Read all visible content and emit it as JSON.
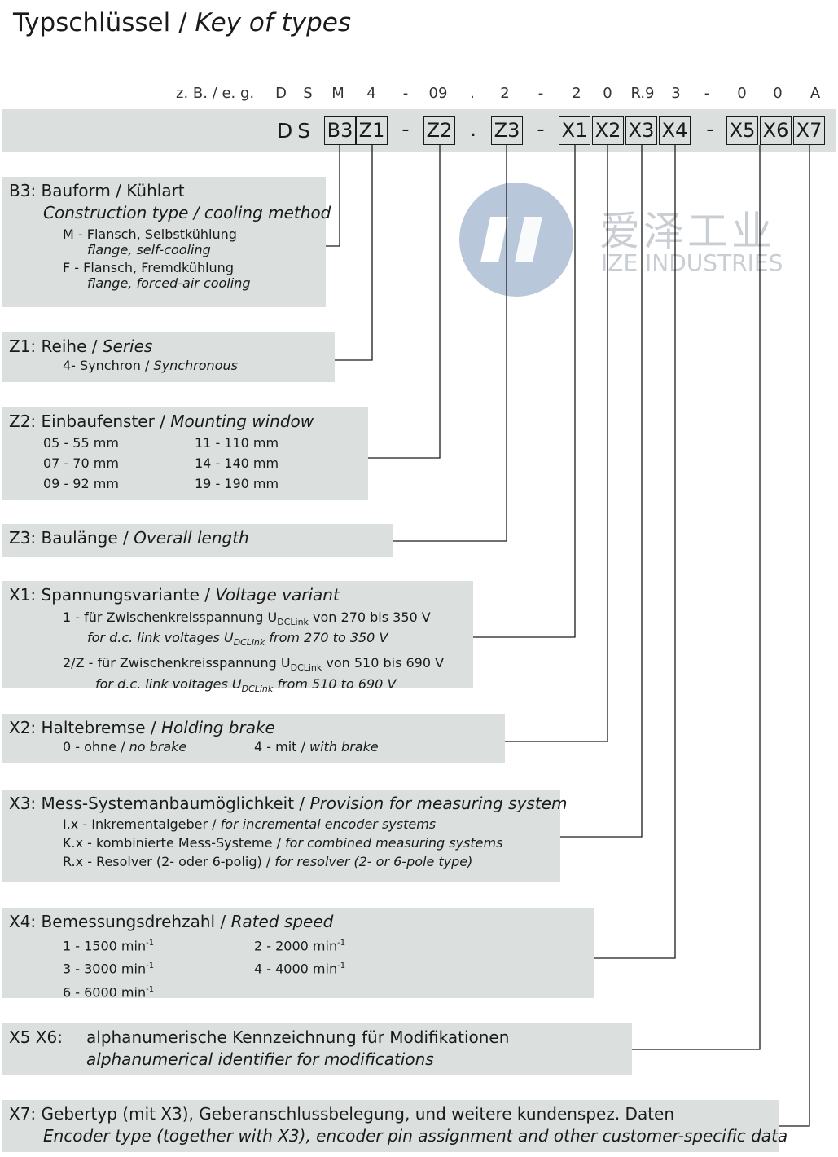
{
  "title": {
    "de": "Typschlüssel",
    "sep": " / ",
    "en": "Key of types"
  },
  "example": {
    "label": "z. B. / e. g.",
    "chars": [
      "D",
      "S",
      "M",
      "4",
      "-",
      "09",
      ".",
      "2",
      "-",
      "2",
      "0",
      "R.9",
      "3",
      "-",
      "0",
      "0",
      "A"
    ]
  },
  "code": {
    "prefix": "DS",
    "boxes": [
      "B3",
      "Z1",
      "Z2",
      "Z3",
      "X1",
      "X2",
      "X3",
      "X4",
      "X5",
      "X6",
      "X7"
    ],
    "separators": [
      "-",
      ".",
      "-",
      "-"
    ]
  },
  "watermark": {
    "cn": "爱泽工业",
    "en": "IZE INDUSTRIES"
  },
  "sections": {
    "b3": {
      "code": "B3:",
      "de": "Bauform",
      "en": "Construction type / cooling method",
      "de2": "Kühlart",
      "items": [
        {
          "de": "M - Flansch, Selbstkühlung",
          "en": "flange, self-cooling"
        },
        {
          "de": "F -  Flansch, Fremdkühlung",
          "en": "flange, forced-air cooling"
        }
      ]
    },
    "z1": {
      "code": "Z1:",
      "de": "Reihe",
      "en": "Series",
      "item_de": "4-  Synchron / ",
      "item_en": "Synchronous"
    },
    "z2": {
      "code": "Z2:",
      "de": "Einbaufenster",
      "en": "Mounting window",
      "left": [
        "05 - 55 mm",
        "07 - 70 mm",
        "09 - 92 mm"
      ],
      "right": [
        "11 - 110 mm",
        "14 - 140 mm",
        "19 - 190 mm"
      ]
    },
    "z3": {
      "code": "Z3:",
      "de": "Baulänge",
      "en": "Overall length"
    },
    "x1": {
      "code": "X1:",
      "de": "Spannungsvariante",
      "en": "Voltage variant",
      "items": [
        {
          "de": "1 -  für Zwischenkreisspannung U",
          "sub": "DCLink",
          "de_end": " von 270 bis 350 V",
          "en": "for d.c. link voltages U",
          "en_end": " from 270 to 350 V"
        },
        {
          "de": "2/Z - für Zwischenkreisspannung U",
          "sub": "DCLink",
          "de_end": " von 510 bis 690 V",
          "en": "for d.c. link voltages U",
          "en_end": " from 510 to 690 V"
        }
      ]
    },
    "x2": {
      "code": "X2:",
      "de": "Haltebremse",
      "en": "Holding brake",
      "item1_de": "0 -  ohne / ",
      "item1_en": "no brake",
      "item2_de": "4 -  mit / ",
      "item2_en": "with brake"
    },
    "x3": {
      "code": "X3:",
      "de": "Mess-Systemanbaumöglichkeit",
      "en": "Provision for measuring system",
      "items": [
        {
          "de": "I.x  -   Inkrementalgeber  / ",
          "en": "for incremental encoder systems"
        },
        {
          "de": "K.x -  kombinierte Mess-Systeme / ",
          "en": "for combined measuring systems"
        },
        {
          "de": "R.x -  Resolver (2- oder 6-polig) / ",
          "en": "for resolver (2- or 6-pole type)"
        }
      ]
    },
    "x4": {
      "code": "X4:",
      "de": "Bemessungsdrehzahl",
      "en": "Rated speed",
      "left": [
        "1 -  1500 min",
        "3 -  3000 min",
        "6 -  6000 min"
      ],
      "right": [
        "2 -  2000 min",
        "4 -  4000 min"
      ],
      "sup": "-1"
    },
    "x5x6": {
      "code": "X5 X6:",
      "de": "alphanumerische Kennzeichnung für Modifikationen",
      "en": "alphanumerical identifier for modifications"
    },
    "x7": {
      "code": "X7:",
      "de": "Gebertyp (mit X3), Geberanschlussbelegung, und weitere kundenspez. Daten",
      "en": "Encoder type  (together with  X3), encoder pin assignment and other customer-specific data"
    }
  },
  "colors": {
    "panel": "#dbdfde",
    "ink": "#1a1a1a",
    "watermark": "#c9ced4",
    "logo": "#b8c8da"
  }
}
